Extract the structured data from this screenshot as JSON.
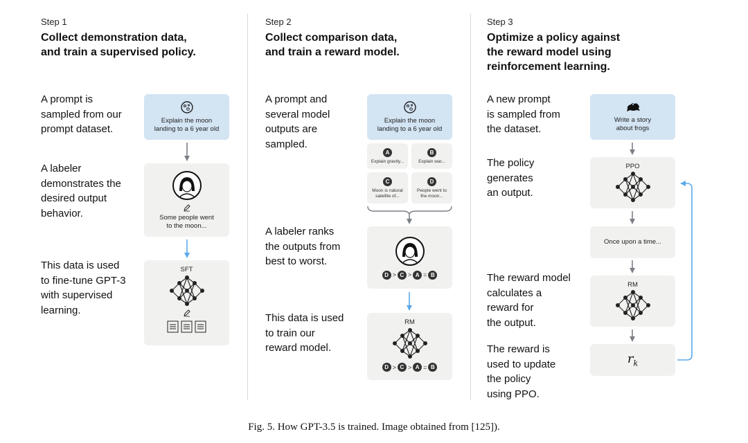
{
  "step1": {
    "label": "Step 1",
    "title_lines": [
      "Collect demonstration data,",
      "and train a supervised policy."
    ],
    "desc1": [
      "A prompt is",
      "sampled from our",
      "prompt dataset."
    ],
    "desc2": [
      "A labeler",
      "demonstrates the",
      "desired output",
      "behavior."
    ],
    "desc3": [
      "This data is used",
      "to fine-tune GPT-3",
      "with supervised",
      "learning."
    ],
    "prompt_card": [
      "Explain the moon",
      "landing to a 6 year old"
    ],
    "demo_card": [
      "Some people went",
      "to the moon..."
    ],
    "model_card_title": "SFT"
  },
  "step2": {
    "label": "Step 2",
    "title_lines": [
      "Collect comparison data,",
      "and train a reward model."
    ],
    "desc1": [
      "A prompt and",
      "several model",
      "outputs are",
      "sampled."
    ],
    "desc2": [
      "A labeler ranks",
      "the outputs from",
      "best to worst."
    ],
    "desc3": [
      "This data is used",
      "to train our",
      "reward model."
    ],
    "prompt_card": [
      "Explain the moon",
      "landing to a 6 year old"
    ],
    "outputs": [
      {
        "letter": "A",
        "text": [
          "Explain gravity..."
        ]
      },
      {
        "letter": "B",
        "text": [
          "Explain war..."
        ]
      },
      {
        "letter": "C",
        "text": [
          "Moon is natural",
          "satellite of..."
        ]
      },
      {
        "letter": "D",
        "text": [
          "People went to",
          "the moon..."
        ]
      }
    ],
    "ranking": [
      "D",
      ">",
      "C",
      ">",
      "A",
      "=",
      "B"
    ],
    "model_card_title": "RM"
  },
  "step3": {
    "label": "Step 3",
    "title_lines": [
      "Optimize a policy against",
      "the reward model using",
      "reinforcement learning."
    ],
    "desc1": [
      "A new prompt",
      "is sampled from",
      "the dataset."
    ],
    "desc2": [
      "The policy",
      "generates",
      "an output."
    ],
    "desc3": [
      "The reward model",
      "calculates a",
      "reward for",
      "the output."
    ],
    "desc4": [
      "The reward is",
      "used to update",
      "the policy",
      "using PPO."
    ],
    "prompt_card": [
      "Write a story",
      "about frogs"
    ],
    "policy_title": "PPO",
    "output_text": "Once upon a time...",
    "rm_title": "RM",
    "reward_symbol": "r",
    "reward_sub": "k"
  },
  "caption": "Fig. 5.  How GPT-3.5 is trained. Image obtained from [125])."
}
